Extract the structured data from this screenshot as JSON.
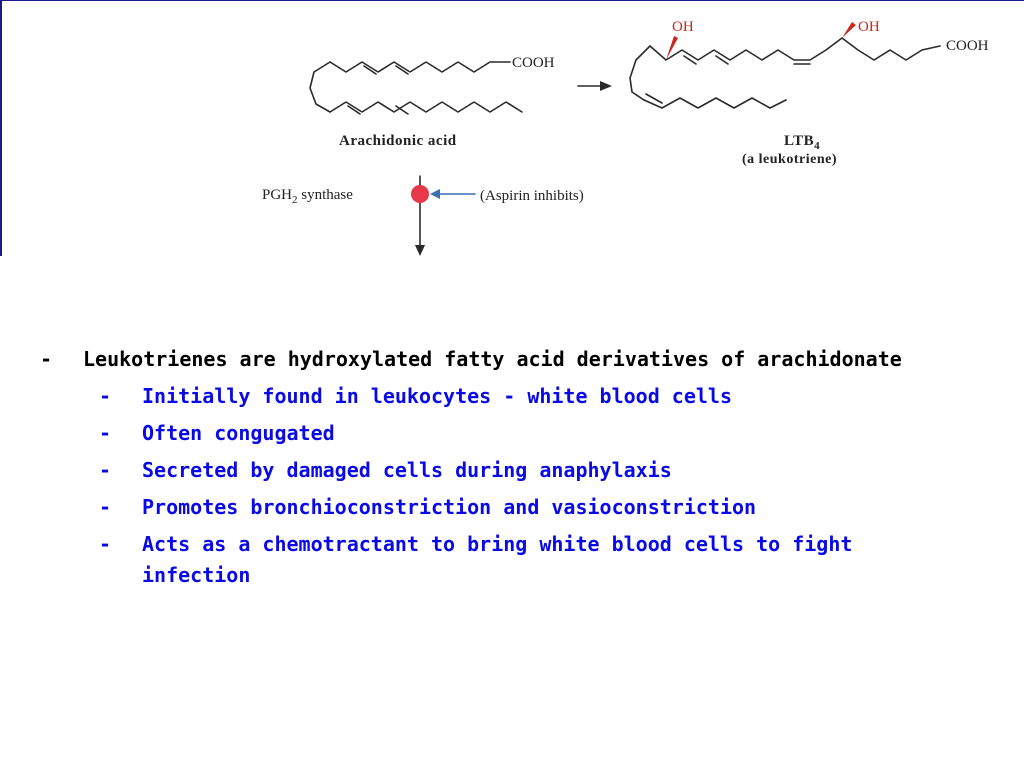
{
  "diagram": {
    "arachidonic_label": "Arachidonic acid",
    "cooh_left": "COOH",
    "cooh_right": "COOH",
    "oh_1": "OH",
    "oh_2": "OH",
    "ltb4_label": "LTB4",
    "ltb4_sub": "(a leukotriene)",
    "enzyme_label": "PGH2 synthase",
    "aspirin_label": "(Aspirin inhibits)",
    "colors": {
      "inhibit_dot": "#e8394a",
      "oh": "#c8281e",
      "aspirin_arrow": "#3a6fb0"
    }
  },
  "bullets": {
    "main": {
      "dash": "-",
      "text": "Leukotrienes are hydroxylated fatty acid derivatives of arachidonate"
    },
    "sub": [
      {
        "dash": "-",
        "text": "Initially found in leukocytes - white blood cells"
      },
      {
        "dash": "-",
        "text": "Often congugated"
      },
      {
        "dash": "-",
        "text": "Secreted by damaged cells during anaphylaxis"
      },
      {
        "dash": "-",
        "text": "Promotes bronchioconstriction and vasioconstriction"
      },
      {
        "dash": "-",
        "text": "Acts as a chemotractant to bring white blood cells to fight infection"
      }
    ],
    "colors": {
      "main": "#000000",
      "sub": "#0a0ae6"
    }
  }
}
